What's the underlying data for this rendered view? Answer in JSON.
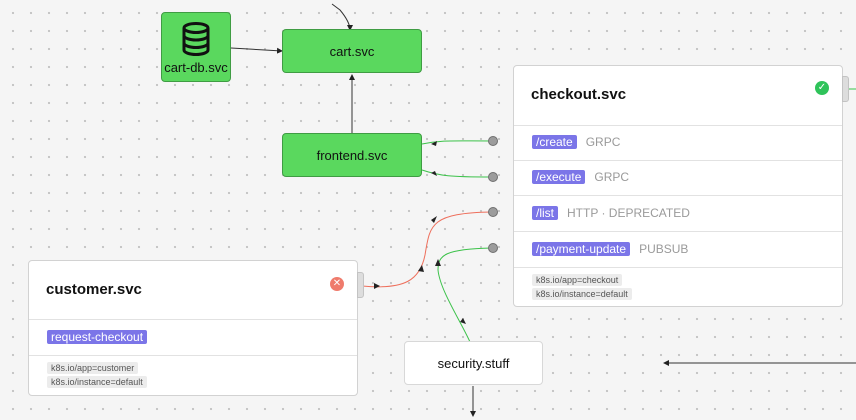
{
  "nodes": {
    "cart_db": {
      "label": "cart-db.svc"
    },
    "cart": {
      "label": "cart.svc"
    },
    "frontend": {
      "label": "frontend.svc"
    },
    "security": {
      "label": "security.stuff"
    }
  },
  "checkout": {
    "title": "checkout.svc",
    "status_icon": "check-icon",
    "endpoints": [
      {
        "path": "/create",
        "protocol": "GRPC"
      },
      {
        "path": "/execute",
        "protocol": "GRPC"
      },
      {
        "path": "/list",
        "protocol": "HTTP · DEPRECATED"
      },
      {
        "path": "/payment-update",
        "protocol": "PUBSUB"
      }
    ],
    "labels": [
      "k8s.io/app=checkout",
      "k8s.io/instance=default"
    ]
  },
  "customer": {
    "title": "customer.svc",
    "status_icon": "close-icon",
    "endpoints": [
      {
        "path": "request-checkout"
      }
    ],
    "labels": [
      "k8s.io/app=customer",
      "k8s.io/instance=default"
    ]
  },
  "colors": {
    "node_green": "#5ad85e",
    "tag_purple": "#7b75e8",
    "edge_green": "#3cc24a",
    "edge_red": "#ee6f5c",
    "edge_dark": "#333333"
  }
}
